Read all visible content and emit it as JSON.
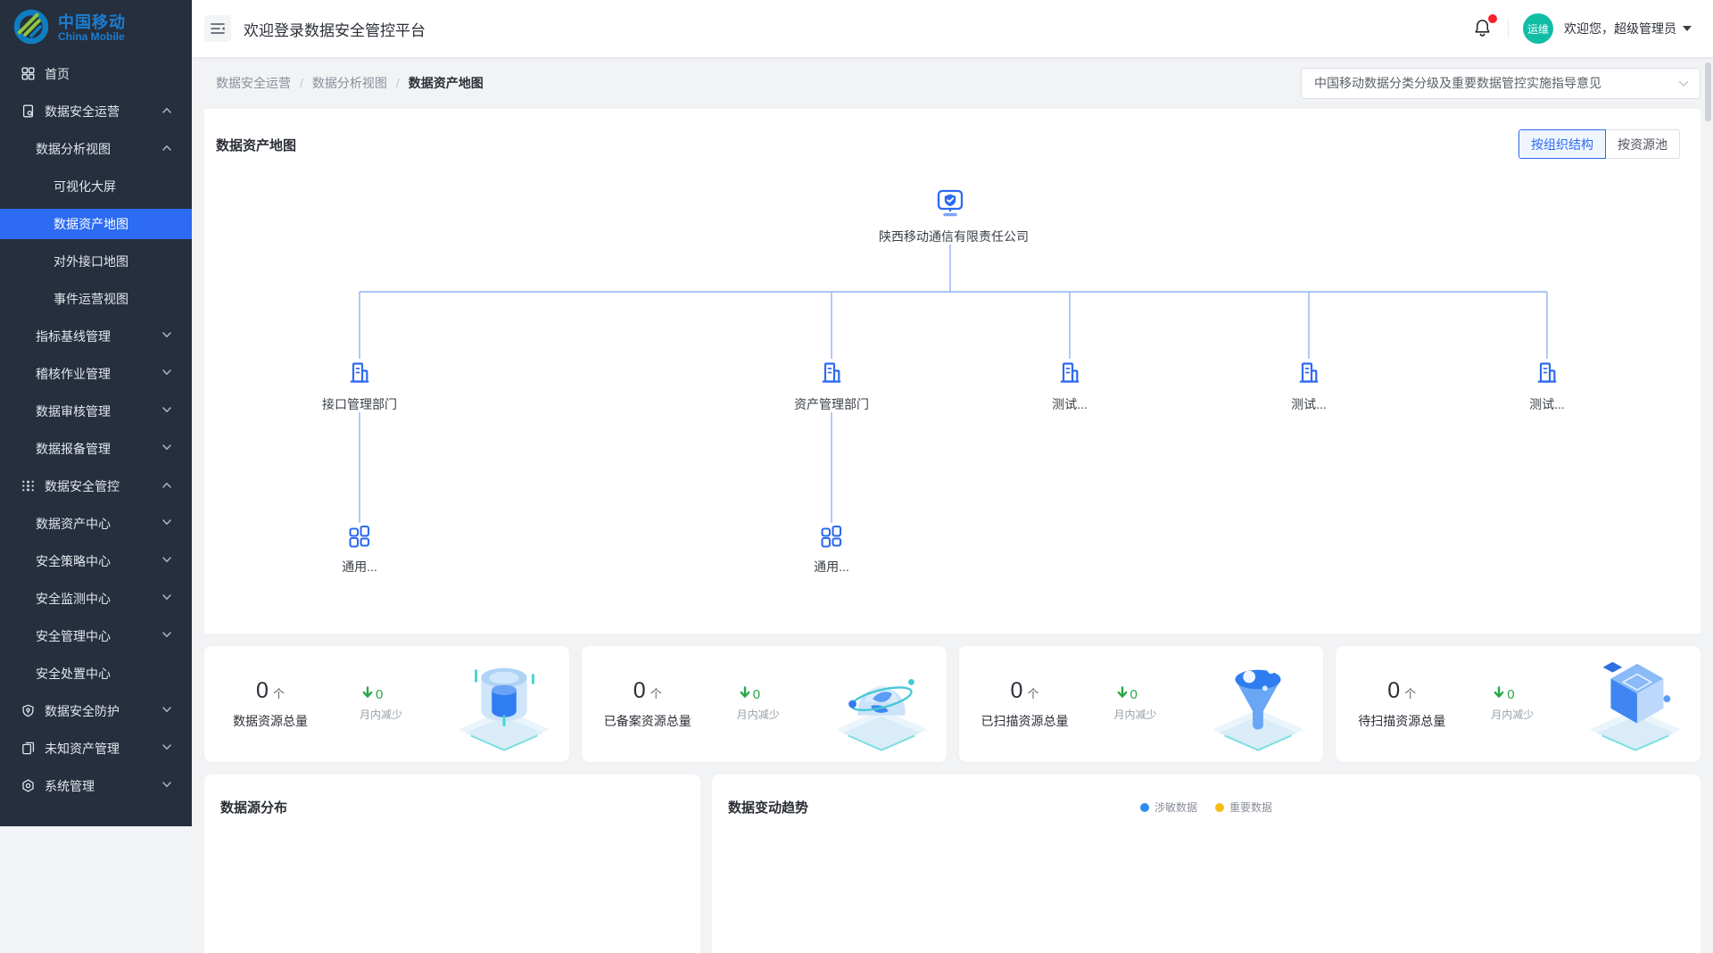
{
  "brand": {
    "name_cn": "中国移动",
    "name_en": "China Mobile"
  },
  "sidebar": {
    "items": [
      {
        "label": "首页",
        "level": 1,
        "icon": "grid-icon"
      },
      {
        "label": "数据安全运营",
        "level": 1,
        "icon": "doc-search-icon",
        "expand": "expanded"
      },
      {
        "label": "数据分析视图",
        "level": 2,
        "expand": "expanded"
      },
      {
        "label": "可视化大屏",
        "level": 3
      },
      {
        "label": "数据资产地图",
        "level": 3,
        "active": true
      },
      {
        "label": "对外接口地图",
        "level": 3
      },
      {
        "label": "事件运营视图",
        "level": 3
      },
      {
        "label": "指标基线管理",
        "level": 2,
        "expand": "collapsed"
      },
      {
        "label": "稽核作业管理",
        "level": 2,
        "expand": "collapsed"
      },
      {
        "label": "数据审核管理",
        "level": 2,
        "expand": "collapsed"
      },
      {
        "label": "数据报备管理",
        "level": 2,
        "expand": "collapsed"
      },
      {
        "label": "数据安全管控",
        "level": 1,
        "icon": "control-icon",
        "expand": "expanded"
      },
      {
        "label": "数据资产中心",
        "level": 2,
        "expand": "collapsed"
      },
      {
        "label": "安全策略中心",
        "level": 2,
        "expand": "collapsed"
      },
      {
        "label": "安全监测中心",
        "level": 2,
        "expand": "collapsed"
      },
      {
        "label": "安全管理中心",
        "level": 2,
        "expand": "collapsed"
      },
      {
        "label": "安全处置中心",
        "level": 2
      },
      {
        "label": "数据安全防护",
        "level": 1,
        "icon": "shield-icon",
        "expand": "collapsed"
      },
      {
        "label": "未知资产管理",
        "level": 1,
        "icon": "files-icon",
        "expand": "collapsed"
      },
      {
        "label": "系统管理",
        "level": 1,
        "icon": "gear-icon",
        "expand": "collapsed"
      }
    ]
  },
  "header": {
    "title": "欢迎登录数据安全管控平台",
    "avatar_text": "运维",
    "welcome": "欢迎您，超级管理员"
  },
  "breadcrumb": {
    "separator": "/",
    "items": [
      "数据安全运营",
      "数据分析视图",
      "数据资产地图"
    ]
  },
  "toolbar": {
    "doc_select": "中国移动数据分类分级及重要数据管控实施指导意见"
  },
  "map": {
    "title": "数据资产地图",
    "toggle": [
      {
        "label": "按组织结构",
        "active": true
      },
      {
        "label": "按资源池",
        "active": false
      }
    ],
    "tree": {
      "root": "陕西移动通信有限责任公司",
      "children": [
        "接口管理部门",
        "资产管理部门",
        "测试...",
        "测试...",
        "测试..."
      ],
      "grandchildren": [
        "通用...",
        "通用..."
      ]
    }
  },
  "stats": {
    "cards": [
      {
        "value": "0",
        "unit": "个",
        "label": "数据资源总量",
        "delta": "0",
        "delta_label": "月内减少",
        "illustration": "database"
      },
      {
        "value": "0",
        "unit": "个",
        "label": "已备案资源总量",
        "delta": "0",
        "delta_label": "月内减少",
        "illustration": "dome"
      },
      {
        "value": "0",
        "unit": "个",
        "label": "已扫描资源总量",
        "delta": "0",
        "delta_label": "月内减少",
        "illustration": "funnel"
      },
      {
        "value": "0",
        "unit": "个",
        "label": "待扫描资源总量",
        "delta": "0",
        "delta_label": "月内减少",
        "illustration": "cube"
      }
    ]
  },
  "panels": {
    "left": {
      "title": "数据源分布"
    },
    "right": {
      "title": "数据变动趋势",
      "legend": [
        {
          "label": "涉敏数据",
          "color": "#2d8cf0"
        },
        {
          "label": "重要数据",
          "color": "#f6bd16"
        }
      ]
    }
  },
  "colors": {
    "accent": "#2d6af0",
    "sidebar_bg": "#262f3d",
    "positive_green": "#27a845",
    "tree_line": "#8fb3f5",
    "avatar_teal": "#12bda6",
    "badge_red": "#f5222d"
  }
}
